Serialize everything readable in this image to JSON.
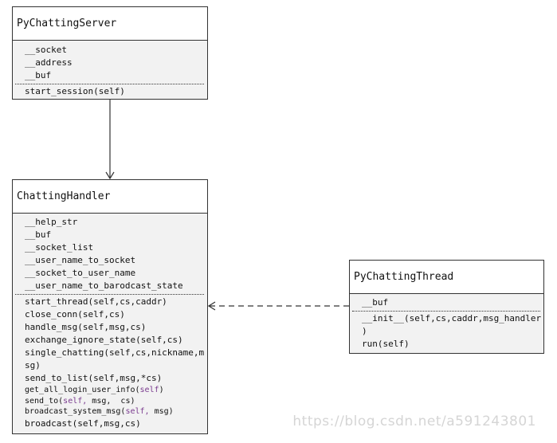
{
  "server": {
    "name": "PyChattingServer",
    "attributes": [
      "__socket",
      "__address",
      "__buf"
    ],
    "methods": [
      "start_session(self)"
    ]
  },
  "handler": {
    "name": "ChattingHandler",
    "attributes": [
      "__help_str",
      "__buf",
      "__socket_list",
      "__user_name_to_socket",
      "__socket_to_user_name",
      "__user_name_to_barodcast_state"
    ],
    "methods": [
      "start_thread(self,cs,caddr)",
      "close_conn(self,cs)",
      "handle_msg(self,msg,cs)",
      "exchange_ignore_state(self,cs)",
      "single_chatting(self,cs,nickname,m",
      "sg)",
      "send_to_list(self,msg,*cs)",
      "get_all_login_user_info(",
      "self",
      ")",
      "send_to(",
      "self,",
      " msg,  cs)",
      "broadcast_system_msg(",
      "self,",
      " msg)",
      "broadcast(self,msg,cs)"
    ]
  },
  "thread": {
    "name": "PyChattingThread",
    "attributes": [
      "__buf"
    ],
    "methods": [
      "__init__(self,cs,caddr,msg_handler",
      ")",
      "run(self)"
    ]
  },
  "watermark": "https://blog.csdn.net/a591243801"
}
